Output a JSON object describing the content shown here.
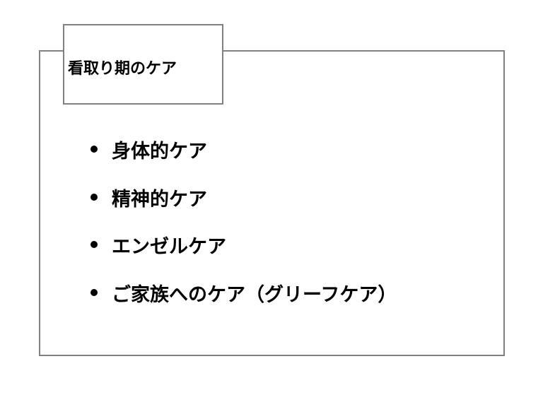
{
  "title": "看取り期のケア",
  "items": [
    "身体的ケア",
    "精神的ケア",
    "エンゼルケア",
    "ご家族へのケア（グリーフケア）"
  ]
}
